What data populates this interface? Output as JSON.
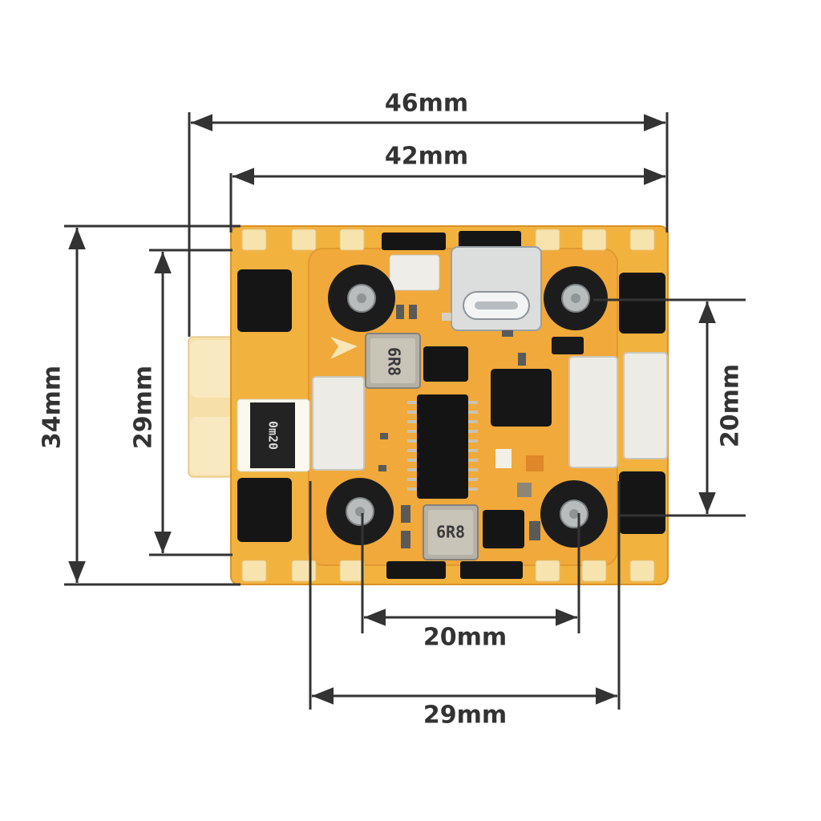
{
  "dimensions": {
    "width_outer": "46mm",
    "width_inner": "42mm",
    "height_outer": "34mm",
    "height_inner": "29mm",
    "hole_spacing_vertical": "20mm",
    "hole_spacing_horizontal": "20mm",
    "pad_span": "29mm"
  },
  "components": {
    "inductor_top": "6R8",
    "inductor_bottom": "6R8",
    "resistor": "0m20"
  },
  "colors": {
    "board": "#f2b23e",
    "board_edge": "#d99226",
    "pad": "#f7e3ae",
    "chip": "#151515",
    "connector": "#ecebe6",
    "grommet": "#1c1c1c",
    "screw": "#b9bcbd",
    "dimension_line": "#333333"
  },
  "icons": {
    "usb_port": "usb-c-port-icon",
    "mount_holes": "grommet-screw-icon"
  }
}
